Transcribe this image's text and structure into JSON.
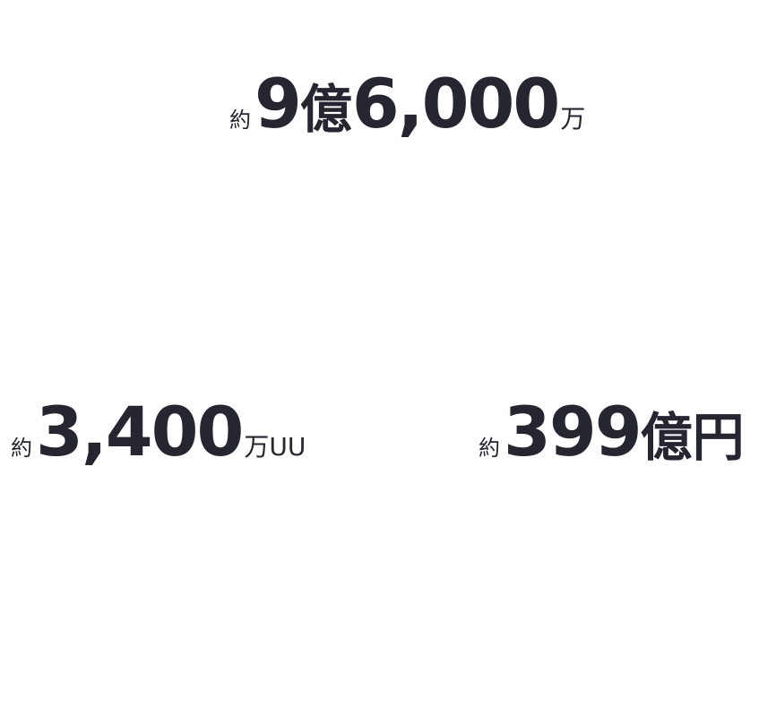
{
  "stats": [
    {
      "prefix": "約",
      "number_a": "9",
      "kanji": "億",
      "number_b": "6,000",
      "suffix": "万"
    },
    {
      "prefix": "約",
      "number": "3,400",
      "suffix": "万UU"
    },
    {
      "prefix": "約",
      "number": "399",
      "suffix": "億円"
    }
  ]
}
